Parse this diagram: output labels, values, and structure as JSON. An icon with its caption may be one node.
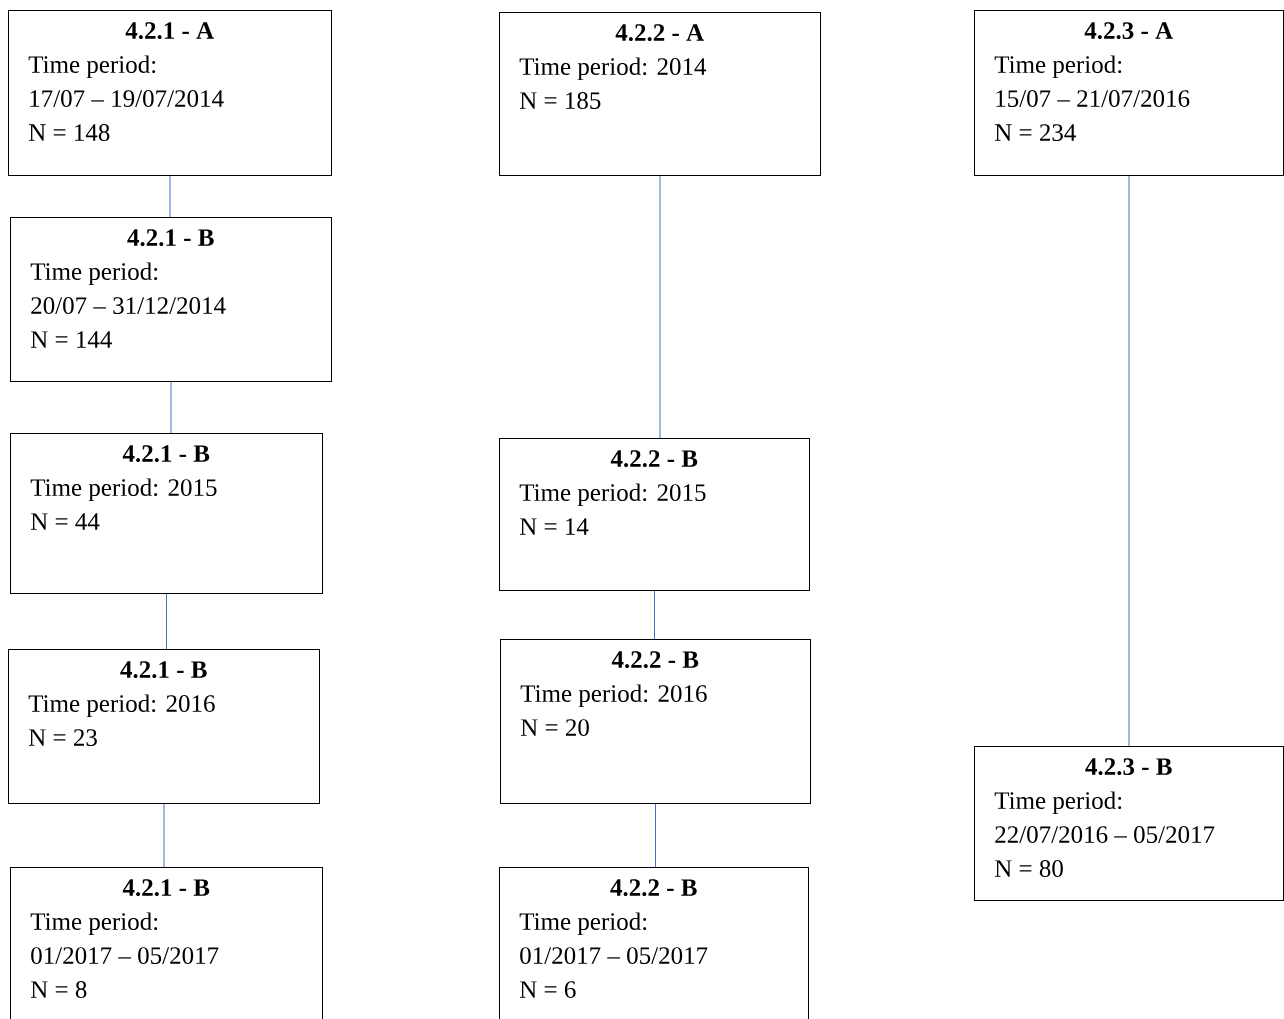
{
  "diagram": {
    "nodes": [
      {
        "text": [
          "4.2.1 - A",
          "Time period:",
          "17/07 – 19/07/2014",
          "N = 148"
        ]
      },
      {
        "text": [
          "4.2.1 - B",
          "Time period:",
          "20/07 – 31/12/2014",
          "N = 144"
        ]
      },
      {
        "text": [
          "4.2.1 - B",
          "Time period: 2015",
          "N = 44"
        ]
      },
      {
        "text": [
          "4.2.1 - B",
          "Time period: 2016",
          "N = 23"
        ]
      },
      {
        "text": [
          "4.2.1 - B",
          "Time period:",
          "01/2017 – 05/2017",
          "N = 8"
        ]
      },
      {
        "text": [
          "4.2.2 - A",
          "Time period: 2014",
          "N = 185"
        ]
      },
      {
        "text": [
          "4.2.2 - B",
          "Time period: 2015",
          "N = 14"
        ]
      },
      {
        "text": [
          "4.2.2 - B",
          "Time period: 2016",
          "N = 20"
        ]
      },
      {
        "text": [
          "4.2.2 - B",
          "Time period:",
          "01/2017 – 05/2017",
          "N = 6"
        ]
      },
      {
        "text": [
          "4.2.3 - A",
          "Time period:",
          "15/07 – 21/07/2016",
          "N = 234"
        ]
      },
      {
        "text": [
          "4.2.3 - B",
          "Time period:",
          "22/07/2016 – 05/2017",
          "N = 80"
        ]
      }
    ],
    "edges": [
      {
        "from": 0,
        "to": 1,
        "arrow": "none"
      },
      {
        "from": 1,
        "to": 2,
        "arrow": "none"
      },
      {
        "from": 2,
        "to": 3,
        "arrow": "none"
      },
      {
        "from": 3,
        "to": 4,
        "arrow": "none"
      },
      {
        "from": 5,
        "to": 6,
        "arrow": "none"
      },
      {
        "from": 6,
        "to": 7,
        "arrow": "none"
      },
      {
        "from": 7,
        "to": 8,
        "arrow": "none"
      },
      {
        "from": 9,
        "to": 10,
        "arrow": "none"
      }
    ]
  }
}
